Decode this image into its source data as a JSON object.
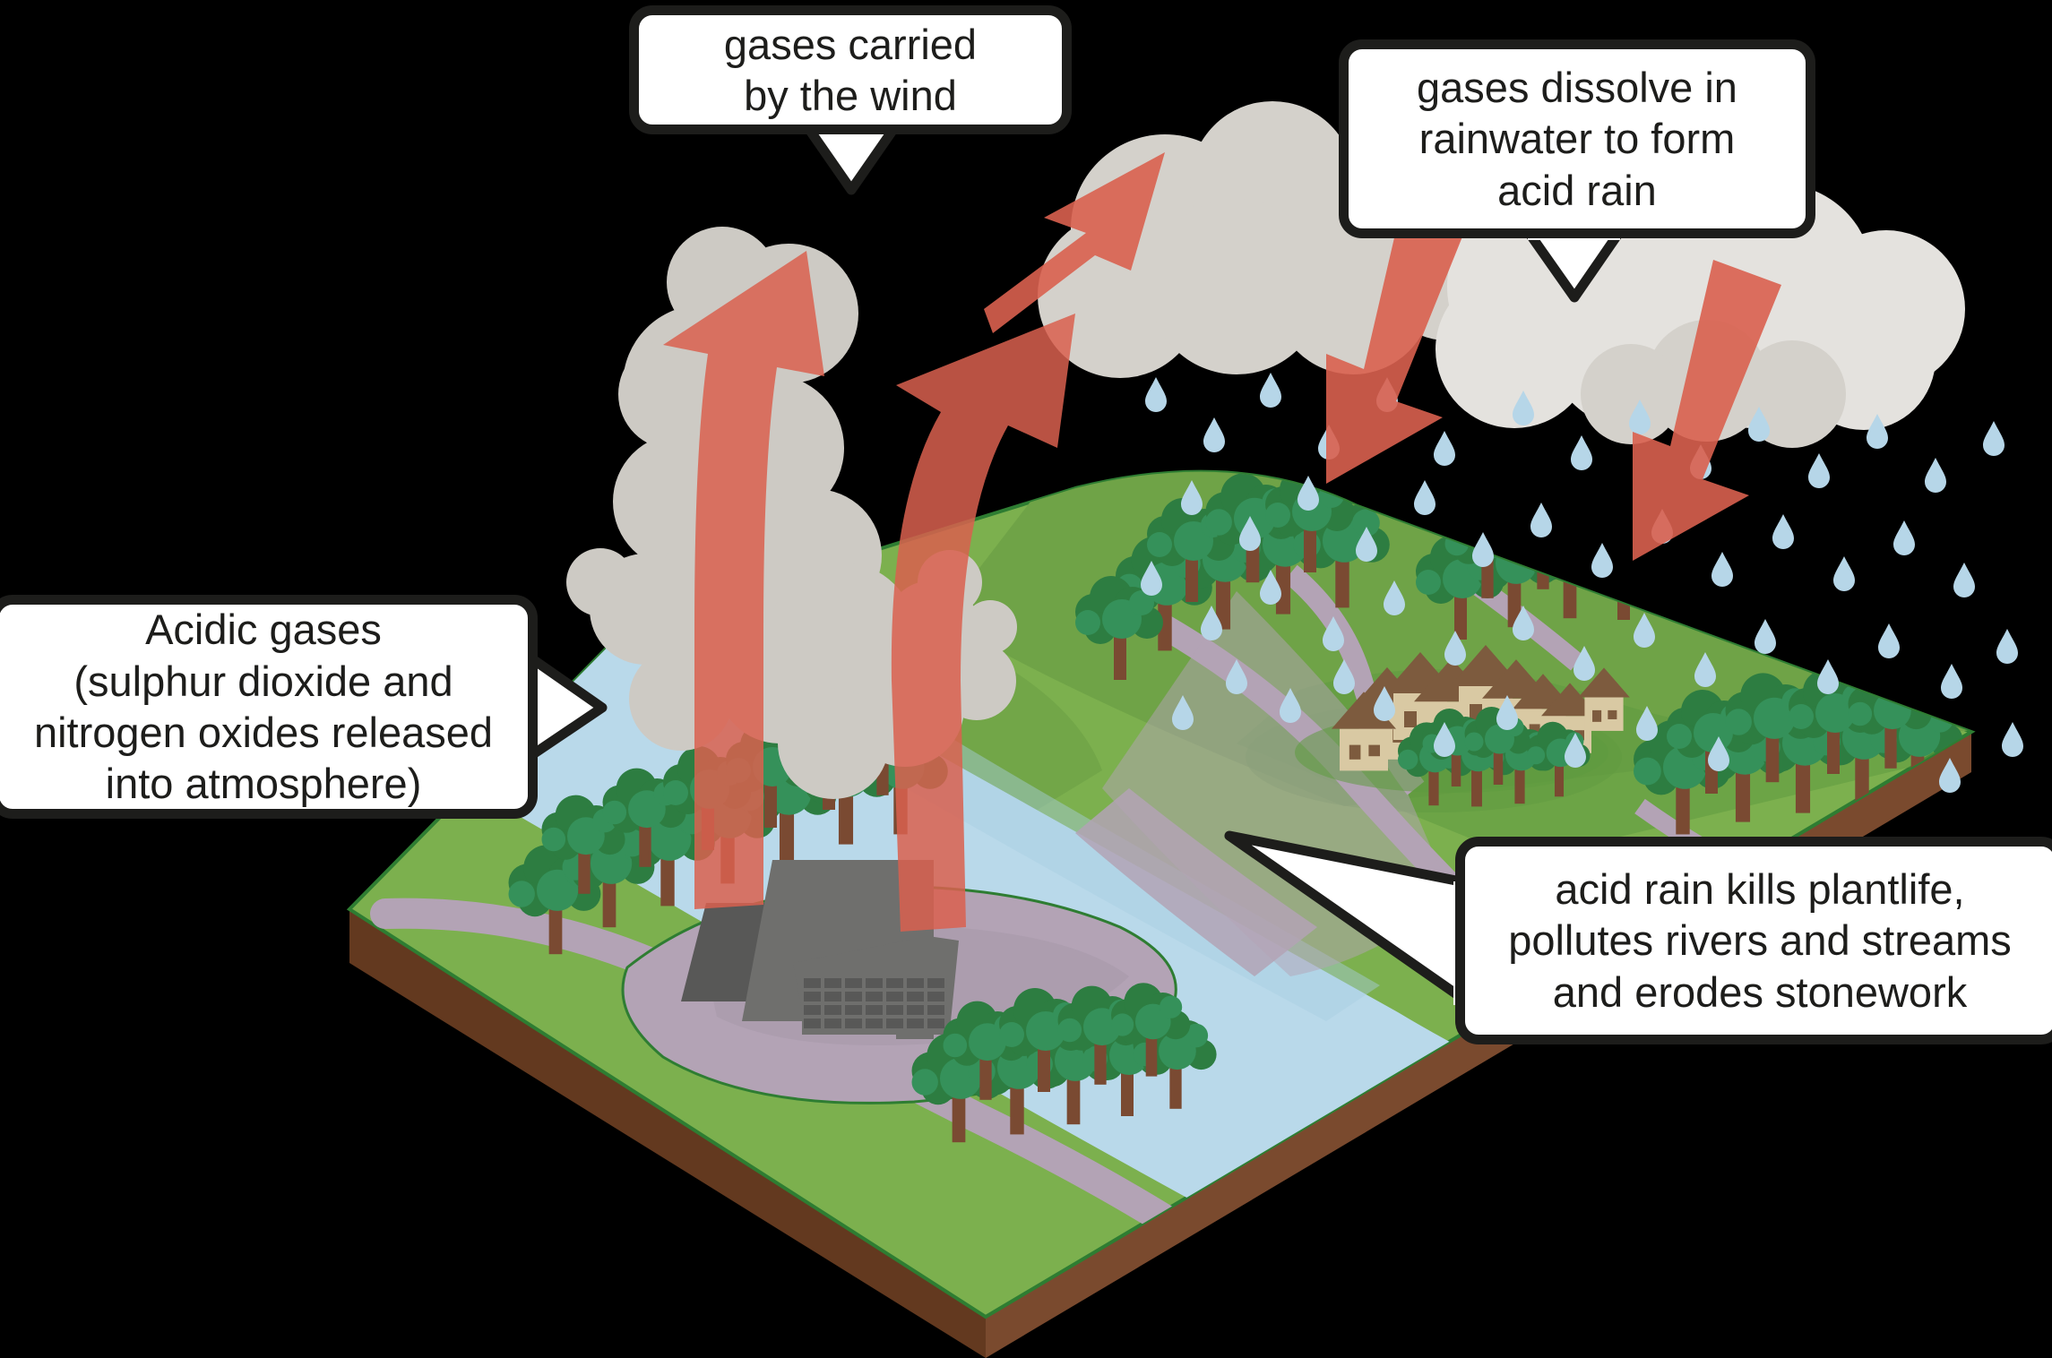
{
  "diagram": {
    "title": "acid rain formation diagram",
    "background_color": "#000000"
  },
  "callouts": [
    {
      "id": "gases-carried",
      "text": "gases carried\nby the wind",
      "points_to": "upward red arrows rising from factory smoke",
      "tail": "down"
    },
    {
      "id": "gases-dissolve",
      "text": "gases dissolve in\nrainwater to form\nacid rain",
      "points_to": "rain clouds",
      "tail": "down"
    },
    {
      "id": "acidic-gases",
      "text": "Acidic gases\n(sulphur dioxide and\nnitrogen oxides released\ninto atmosphere)",
      "points_to": "factory smoke plume",
      "tail": "right"
    },
    {
      "id": "acid-rain-kills",
      "text": "acid rain kills plantlife,\npollutes rivers and streams\nand erodes stonework",
      "points_to": "river and hillside",
      "tail": "left-long"
    }
  ],
  "scene": {
    "elements": [
      "isometric-land-block",
      "river",
      "roads",
      "factory",
      "forests",
      "village",
      "smoke-plume",
      "rain-clouds",
      "raindrops",
      "red-arrows"
    ],
    "factory": {
      "name": "power-station",
      "cooling_towers": 2,
      "chimneys": 1,
      "window_rows": 4,
      "window_columns": 7
    },
    "village": {
      "name": "village-houses",
      "house_count": 9
    },
    "arrows": {
      "up_left": "gases rise from smoke",
      "up_right": "gases rise from smoke",
      "diagonal": "gases carried by wind toward clouds",
      "down_left": "acid rain falls",
      "down_right": "acid rain falls"
    }
  },
  "colors": {
    "grass_light": "#7cb04e",
    "grass_mid": "#6fa347",
    "grass_shadow": "#5f9a3f",
    "soil_light": "#7a4a2e",
    "soil_dark": "#63391f",
    "river": "#b9d9ea",
    "road": "#b3a3b5",
    "cloud_light": "#e4e2de",
    "cloud_mid": "#d4d1cb",
    "smoke": "#cdcac4",
    "arrow_red": "#d9604f",
    "raindrop": "#b6d6e8",
    "tree_canopy": "#2d7d41",
    "tree_canopy_light": "#3d9455",
    "tree_trunk": "#7a4a32",
    "house_wall": "#d9c9a3",
    "house_roof": "#7d5b3e",
    "factory_dark": "#585857",
    "factory_mid": "#6f6f6d",
    "outline": "#1d1d1b"
  }
}
